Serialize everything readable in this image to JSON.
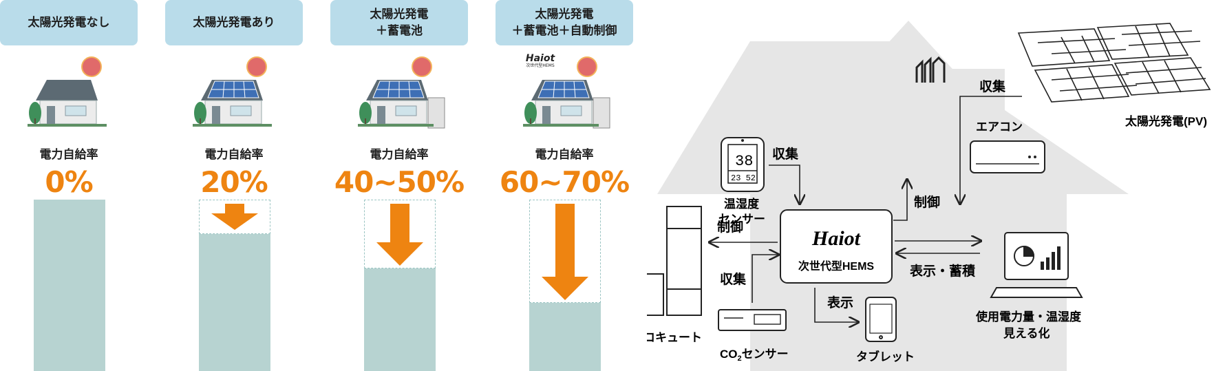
{
  "scenarios": [
    {
      "title_lines": [
        "太陽光発電なし"
      ],
      "rate_label": "電力自給率",
      "rate": "0%",
      "self_sufficiency_percent": 0,
      "has_solar": false,
      "has_battery": false,
      "has_hems": false
    },
    {
      "title_lines": [
        "太陽光発電あり"
      ],
      "rate_label": "電力自給率",
      "rate": "20%",
      "self_sufficiency_percent": 20,
      "has_solar": true,
      "has_battery": false,
      "has_hems": false
    },
    {
      "title_lines": [
        "太陽光発電",
        "＋蓄電池"
      ],
      "rate_label": "電力自給率",
      "rate": "40~50%",
      "self_sufficiency_percent": 45,
      "has_solar": true,
      "has_battery": true,
      "has_hems": false
    },
    {
      "title_lines": [
        "太陽光発電",
        "＋蓄電池＋自動制御"
      ],
      "rate_label": "電力自給率",
      "rate": "60~70%",
      "self_sufficiency_percent": 65,
      "has_solar": true,
      "has_battery": true,
      "has_hems": true,
      "logo_text": "Haiot",
      "logo_sub": "次世代型HEMS"
    }
  ],
  "diagram": {
    "hub_logo": "Haiot",
    "hub_label": "次世代型HEMS",
    "pv_label": "太陽光発電(PV)",
    "collect_pv": "収集",
    "sensor_value": "38",
    "sensor_time": "23 52",
    "temp_sensor_label_lines": [
      "温湿度",
      "センサー"
    ],
    "collect_temp": "収集",
    "aircon_label": "エアコン",
    "control_aircon": "制御",
    "control_ecocute": "制御",
    "ecocute_label": "エコキュート",
    "collect_co2": "収集",
    "co2_label_pre": "CO",
    "co2_label_sub": "2",
    "co2_label_post": "センサー",
    "display": "表示",
    "tablet_label": "タブレット",
    "display_store": "表示・蓄積",
    "laptop_label_lines": [
      "使用電力量・温湿度",
      "見える化"
    ]
  },
  "colors": {
    "header_bg": "#b9dcea",
    "accent_orange": "#ee8411",
    "bar_fill": "#b7d3d1",
    "house_gray": "#e6e6e6",
    "sun": "#e06a6a",
    "panel_blue": "#3e6fb5"
  }
}
